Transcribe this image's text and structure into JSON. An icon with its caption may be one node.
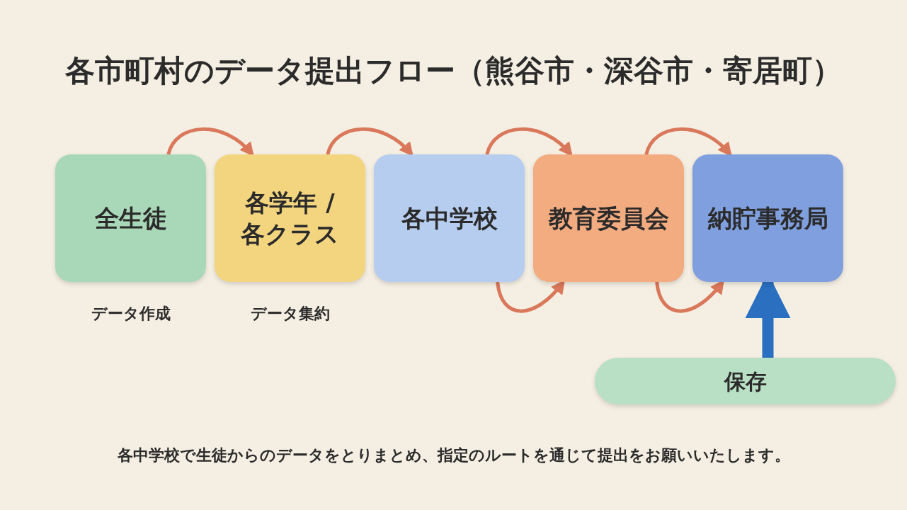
{
  "diagram": {
    "title": "各市町村のデータ提出フロー（熊谷市・深谷市・寄居町）",
    "nodes": [
      {
        "text": [
          "全生徒"
        ],
        "beside": [
          "データ作成"
        ]
      },
      {
        "text": [
          "各学年 / 各クラス"
        ],
        "beside": [
          "データ集約"
        ]
      },
      {
        "text": [
          "各中学校"
        ]
      },
      {
        "text": [
          "教育委員会"
        ]
      },
      {
        "text": [
          "納貯事務局"
        ]
      },
      {
        "text": [
          "保存"
        ]
      }
    ],
    "edges": [
      {
        "from": 0,
        "to": 1,
        "arrow": "to"
      },
      {
        "from": 1,
        "to": 2,
        "arrow": "to"
      },
      {
        "from": 2,
        "to": 3,
        "arrow": "to"
      },
      {
        "from": 3,
        "to": 4,
        "arrow": "to"
      },
      {
        "from": 2,
        "to": 3,
        "arrow": "to"
      },
      {
        "from": 3,
        "to": 4,
        "arrow": "to"
      },
      {
        "from": 5,
        "to": 4,
        "arrow": "to",
        "style": "thick",
        "color": "#2a6fc0"
      }
    ],
    "caption": "各中学校で生徒からのデータをとりまとめ、指定のルートを通じて提出をお願いいたします。"
  }
}
